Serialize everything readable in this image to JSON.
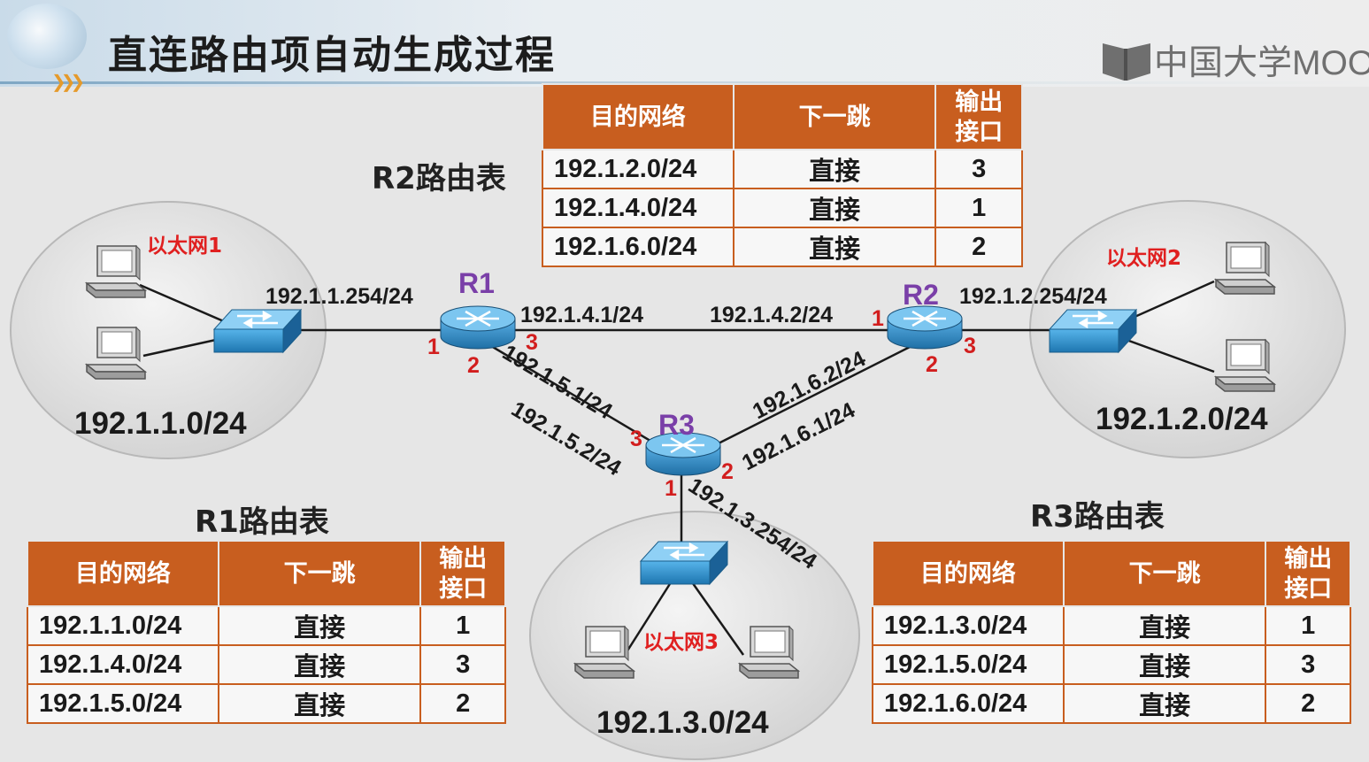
{
  "title": "直连路由项自动生成过程",
  "logo": {
    "text": "中国大学MOOC",
    "icon": "mooc-book-icon"
  },
  "colors": {
    "table_header": "#c85e1f",
    "router_label": "#7a3fa8",
    "interface_number": "#d21e1e",
    "ethernet_label": "#e02020",
    "switch": "#2e8cc8",
    "router": "#2e86c1"
  },
  "routers": {
    "r1": {
      "label": "R1"
    },
    "r2": {
      "label": "R2"
    },
    "r3": {
      "label": "R3"
    }
  },
  "networks": {
    "lan1": {
      "label": "以太网1",
      "network": "192.1.1.0/24"
    },
    "lan2": {
      "label": "以太网2",
      "network": "192.1.2.0/24"
    },
    "lan3": {
      "label": "以太网3",
      "network": "192.1.3.0/24"
    }
  },
  "ip_labels": {
    "r1_lan": "192.1.1.254/24",
    "r1_r2": "192.1.4.1/24",
    "r2_r1": "192.1.4.2/24",
    "r2_lan": "192.1.2.254/24",
    "r1_r3": "192.1.5.1/24",
    "r3_r1": "192.1.5.2/24",
    "r2_r3": "192.1.6.2/24",
    "r3_r2": "192.1.6.1/24",
    "r3_lan": "192.1.3.254/24"
  },
  "ports": {
    "r1_1": "1",
    "r1_2": "2",
    "r1_3": "3",
    "r2_1": "1",
    "r2_2": "2",
    "r2_3": "3",
    "r3_1": "1",
    "r3_2": "2",
    "r3_3": "3"
  },
  "tables": {
    "r1": {
      "title": "R1路由表",
      "headers": [
        "目的网络",
        "下一跳",
        "输出",
        "接口"
      ],
      "rows": [
        {
          "network": "192.1.1.0/24",
          "next_hop": "直接",
          "interface": "1"
        },
        {
          "network": "192.1.4.0/24",
          "next_hop": "直接",
          "interface": "3"
        },
        {
          "network": "192.1.5.0/24",
          "next_hop": "直接",
          "interface": "2"
        }
      ]
    },
    "r2": {
      "title": "R2路由表",
      "headers": [
        "目的网络",
        "下一跳",
        "输出",
        "接口"
      ],
      "rows": [
        {
          "network": "192.1.2.0/24",
          "next_hop": "直接",
          "interface": "3"
        },
        {
          "network": "192.1.4.0/24",
          "next_hop": "直接",
          "interface": "1"
        },
        {
          "network": "192.1.6.0/24",
          "next_hop": "直接",
          "interface": "2"
        }
      ]
    },
    "r3": {
      "title": "R3路由表",
      "headers": [
        "目的网络",
        "下一跳",
        "输出",
        "接口"
      ],
      "rows": [
        {
          "network": "192.1.3.0/24",
          "next_hop": "直接",
          "interface": "1"
        },
        {
          "network": "192.1.5.0/24",
          "next_hop": "直接",
          "interface": "3"
        },
        {
          "network": "192.1.6.0/24",
          "next_hop": "直接",
          "interface": "2"
        }
      ]
    }
  }
}
